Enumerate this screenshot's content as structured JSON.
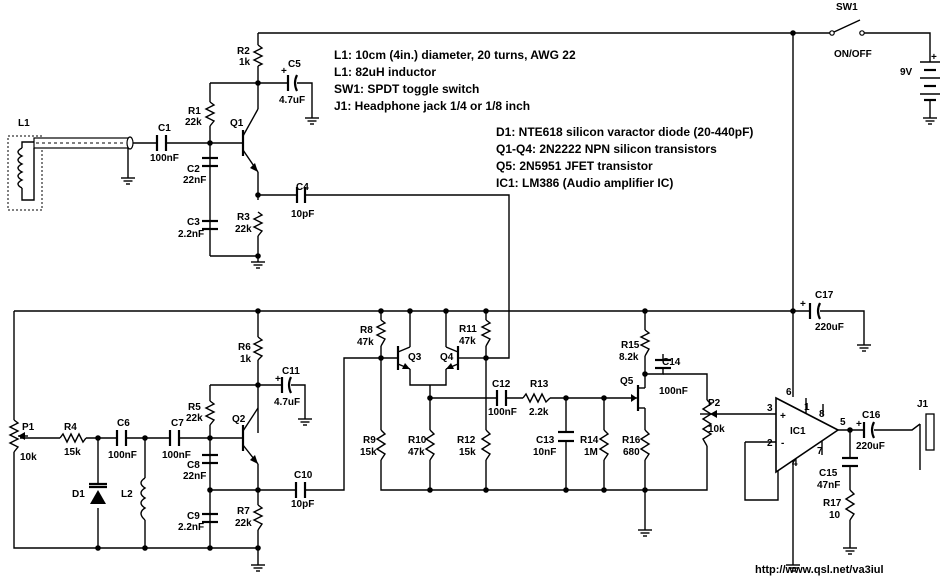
{
  "notes": [
    "L1: 10cm (4in.) diameter, 20 turns, AWG 22",
    "L1: 82uH inductor",
    "SW1: SPDT toggle switch",
    "J1: Headphone jack 1/4 or 1/8 inch",
    "D1: NTE618 silicon varactor diode (20-440pF)",
    "Q1-Q4: 2N2222 NPN silicon transistors",
    "Q5: 2N5951 JFET transistor",
    "IC1: LM386 (Audio amplifier IC)"
  ],
  "url": "http://www.qsl.net/va3iul",
  "labels": {
    "R2": "R2",
    "R2v": "1k",
    "C5": "C5",
    "C5v": "4.7uF",
    "R1": "R1",
    "R1v": "22k",
    "Q1": "Q1",
    "L1": "L1",
    "C1": "C1",
    "C1v": "100nF",
    "C2": "C2",
    "C2v": "22nF",
    "C4": "C4",
    "C4v": "10pF",
    "C3": "C3",
    "C3v": "2.2nF",
    "R3": "R3",
    "R3v": "22k",
    "SW1": "SW1",
    "onoff": "ON/OFF",
    "bat": "9V",
    "plus": "+",
    "C17": "C17",
    "C17v": "220uF",
    "R6": "R6",
    "R6v": "1k",
    "C11": "C11",
    "C11v": "4.7uF",
    "R5": "R5",
    "R5v": "22k",
    "Q2": "Q2",
    "C8": "C8",
    "C8v": "22nF",
    "C9": "C9",
    "C9v": "2.2nF",
    "R7": "R7",
    "R7v": "22k",
    "C10": "C10",
    "C10v": "10pF",
    "P1": "P1",
    "P1v": "10k",
    "R4": "R4",
    "R4v": "15k",
    "C6": "C6",
    "C6v": "100nF",
    "C7": "C7",
    "C7v": "100nF",
    "D1": "D1",
    "L2": "L2",
    "R8": "R8",
    "R8v": "47k",
    "Q3": "Q3",
    "Q4": "Q4",
    "R11": "R11",
    "R11v": "47k",
    "R9": "R9",
    "R9v": "15k",
    "R10": "R10",
    "R10v": "47k",
    "R12": "R12",
    "R12v": "15k",
    "C12": "C12",
    "C12v": "100nF",
    "R13": "R13",
    "R13v": "2.2k",
    "C13": "C13",
    "C13v": "10nF",
    "R14": "R14",
    "R14v": "1M",
    "R15": "R15",
    "R15v": "8.2k",
    "C14": "C14",
    "C14v": "100nF",
    "Q5": "Q5",
    "R16": "R16",
    "R16v": "680",
    "P2": "P2",
    "P2v": "10k",
    "IC1": "IC1",
    "pin6": "6",
    "pin1": "1",
    "pin8": "8",
    "pin3": "3",
    "pin2": "2",
    "pin7": "7",
    "pin4": "4",
    "pin5": "5",
    "opplus": "+",
    "opminus": "-",
    "C16": "C16",
    "C16v": "220uF",
    "J1": "J1",
    "C15": "C15",
    "C15v": "47nF",
    "R17": "R17",
    "R17v": "10"
  }
}
